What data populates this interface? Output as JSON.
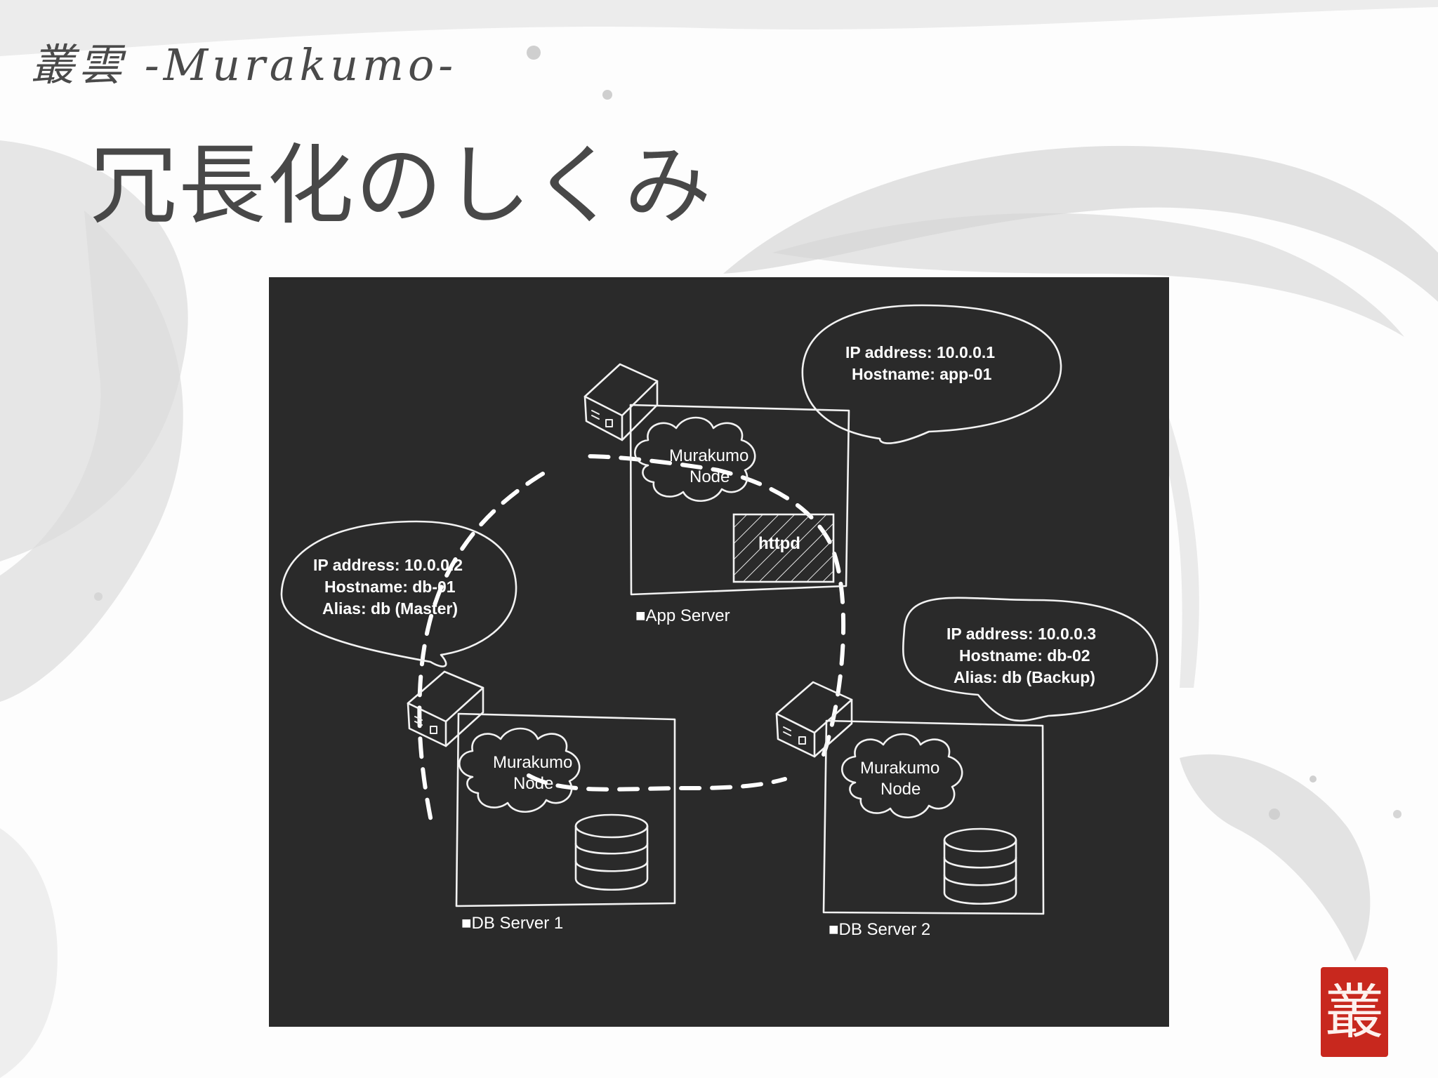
{
  "header": {
    "logo_text": "叢雲 -Murakumo-",
    "title": "冗長化のしくみ"
  },
  "diagram": {
    "app_server": {
      "label": "■App Server",
      "node_line1": "Murakumo",
      "node_line2": "Node",
      "service": "httpd",
      "bubble": [
        "IP address: 10.0.0.1",
        "Hostname: app-01"
      ]
    },
    "db_server_1": {
      "label": "■DB Server 1",
      "node_line1": "Murakumo",
      "node_line2": "Node",
      "bubble": [
        "IP address: 10.0.0.2",
        "Hostname: db-01",
        "Alias: db (Master)"
      ]
    },
    "db_server_2": {
      "label": "■DB Server 2",
      "node_line1": "Murakumo",
      "node_line2": "Node",
      "bubble": [
        "IP address: 10.0.0.3",
        "Hostname: db-02",
        "Alias: db (Backup)"
      ]
    }
  },
  "seal": {
    "char": "叢"
  },
  "colors": {
    "board": "#2a2a2a",
    "chalk": "#f2f2f2",
    "title": "#484848",
    "seal": "#c8281e"
  }
}
